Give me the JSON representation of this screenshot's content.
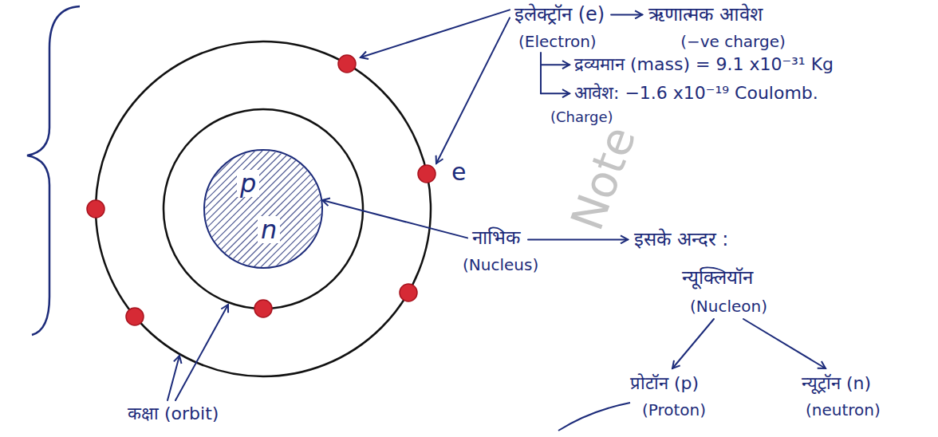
{
  "diagram": {
    "nodes": [
      {
        "text": [
          "p",
          "n"
        ]
      }
    ],
    "labels": [
      "इलेक्ट्रॉन (e)",
      "(Electron)",
      "ऋणात्मक आवेश",
      "(−ve charge)",
      "द्रव्यमान (mass) = 9.1 x10⁻³¹ Kg",
      "आवेश: −1.6 x10⁻¹⁹ Coulomb.",
      "(Charge)",
      "e",
      "नाभिक",
      "(Nucleus)",
      "इसके अन्दर :",
      "न्यूक्लियॉन",
      "(Nucleon)",
      "प्रोटॉन (p)",
      "(Proton)",
      "न्यूट्रॉन (n)",
      "(neutron)",
      "कक्षा (orbit)",
      "Note"
    ]
  }
}
